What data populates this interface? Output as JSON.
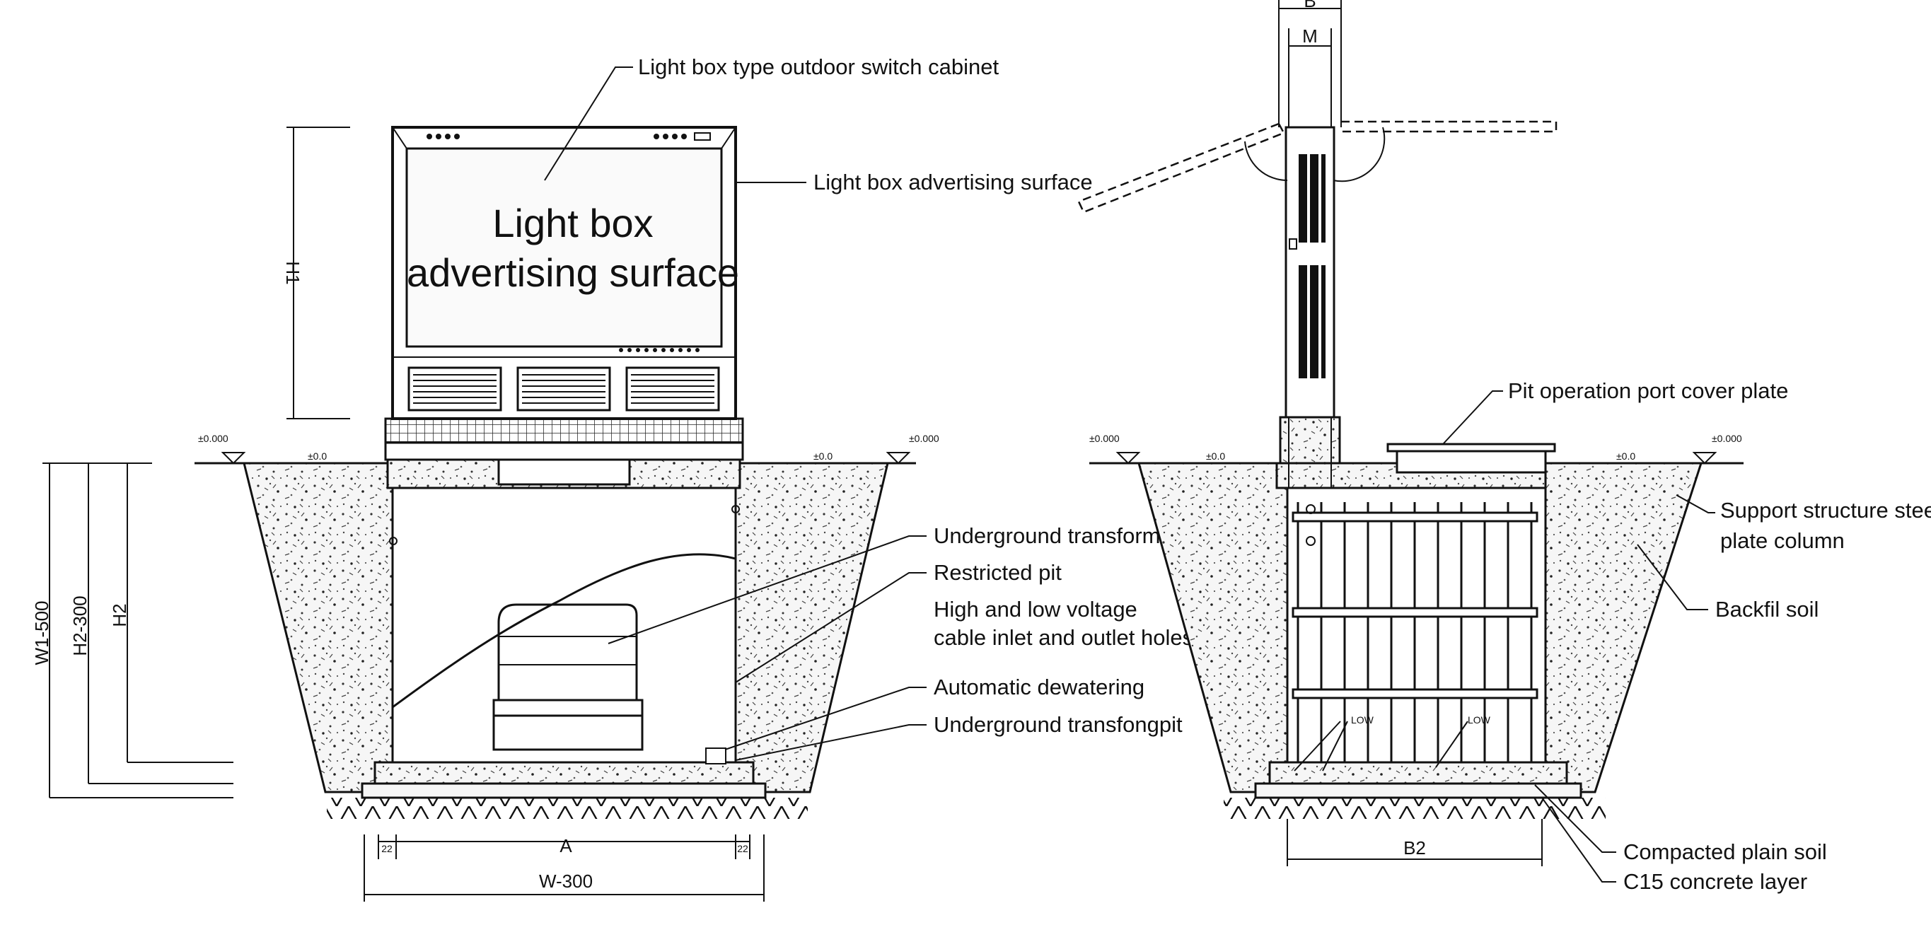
{
  "colors": {
    "ink": "#111111",
    "paper": "#ffffff",
    "soil_fill": "#f4f4f4"
  },
  "left_view": {
    "cabinet_title": "Light box type outdoor switch cabinet",
    "adv_surface_label": "Light box advertising surface",
    "panel_text_line1": "Light box",
    "panel_text_line2": "advertising surface",
    "underground_transformer": "Underground transformer",
    "restricted_pit": "Restricted pit",
    "cable_holes_line1": "High and low voltage",
    "cable_holes_line2": "cable inlet and outlet holes",
    "auto_dewatering": "Automatic dewatering",
    "transformer_pit": "Underground transfongpit",
    "dim_h1": "H1",
    "dim_w_minus_500": "W1-500",
    "dim_h2_minus_300": "H2-300",
    "dim_h2": "H2",
    "dim_a": "A",
    "dim_w_minus_300": "W-300",
    "dim_side_left": "22",
    "dim_side_right": "22"
  },
  "right_view": {
    "pit_cover": "Pit operation port cover plate",
    "steel_column_line1": "Support structure steel",
    "steel_column_line2": "plate column",
    "backfill": "Backfil soil",
    "compacted_soil": "Compacted plain soil",
    "c15_layer": "C15 concrete layer",
    "dim_b2": "B2",
    "dim_top_outer": "B",
    "dim_top_inner": "M"
  },
  "icons": [
    "ground-level-marker-icon",
    "hatch-ground-icon"
  ]
}
